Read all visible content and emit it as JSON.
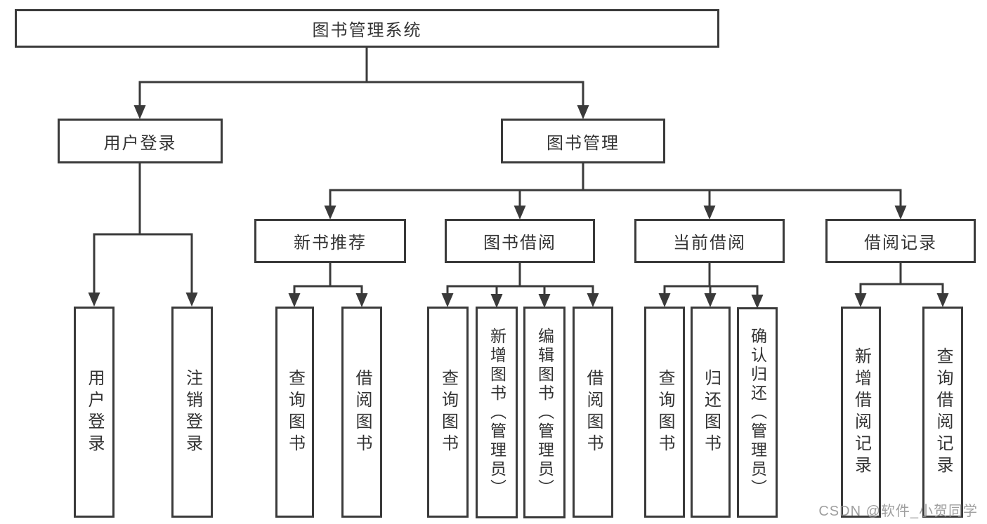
{
  "colors": {
    "line": "#3a3a3a",
    "text": "#333333",
    "watermark": "#8f8f8f"
  },
  "tree": {
    "label": "图书管理系统",
    "children": [
      {
        "label": "用户登录",
        "children": [
          {
            "label": "用户登录"
          },
          {
            "label": "注销登录"
          }
        ]
      },
      {
        "label": "图书管理",
        "children": [
          {
            "label": "新书推荐",
            "children": [
              {
                "label": "查询图书"
              },
              {
                "label": "借阅图书"
              }
            ]
          },
          {
            "label": "图书借阅",
            "children": [
              {
                "label": "查询图书"
              },
              {
                "label": "新增图书（管理员）"
              },
              {
                "label": "编辑图书（管理员）"
              },
              {
                "label": "借阅图书"
              }
            ]
          },
          {
            "label": "当前借阅",
            "children": [
              {
                "label": "查询图书"
              },
              {
                "label": "归还图书"
              },
              {
                "label": "确认归还（管理员）"
              }
            ]
          },
          {
            "label": "借阅记录",
            "children": [
              {
                "label": "新增借阅记录"
              },
              {
                "label": "查询借阅记录"
              }
            ]
          }
        ]
      }
    ]
  },
  "watermark": {
    "text": "CSDN @软件_小贺同学"
  }
}
